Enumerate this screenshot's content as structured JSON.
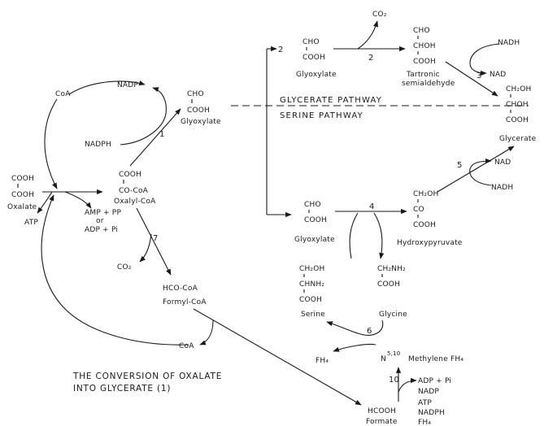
{
  "caption": {
    "line1": "THE CONVERSION OF OXALATE",
    "line2": "INTO GLYCERATE (1)"
  },
  "pathways": {
    "upper": "GLYCERATE PATHWAY",
    "lower": "SERINE PATHWAY"
  },
  "compounds": {
    "oxalate": {
      "line1": "COOH",
      "line2": "COOH",
      "name": "Oxalate"
    },
    "glyoxylate_top": {
      "line1": "CHO",
      "line2": "COOH",
      "name": "Glyoxylate"
    },
    "oxalyl_coa": {
      "line1": "COOH",
      "line2": "CO-CoA",
      "name": "Oxalyl-CoA"
    },
    "formyl_coa": {
      "formula": "HCO-CoA",
      "name": "Formyl-CoA"
    },
    "glyoxylate_upper": {
      "line1": "CHO",
      "line2": "COOH",
      "name": "Glyoxylate"
    },
    "tartronic": {
      "line1": "CHO",
      "line2": "CHOH",
      "line3": "COOH",
      "name1": "Tartronic",
      "name2": "semialdehyde"
    },
    "glycerate": {
      "line1": "CH₂OH",
      "line2": "CHOH",
      "line3": "COOH",
      "name": "Glycerate"
    },
    "glyoxylate_lower": {
      "line1": "CHO",
      "line2": "COOH",
      "name": "Glyoxylate"
    },
    "hydroxypyruvate": {
      "line1": "CH₂OH",
      "line2": "CO",
      "line3": "COOH",
      "name": "Hydroxypyruvate"
    },
    "serine": {
      "line1": "CH₂OH",
      "line2": "CHNH₂",
      "line3": "COOH",
      "name": "Serine"
    },
    "glycine": {
      "line1": "CH₂NH₂",
      "line2": "COOH",
      "name": "Glycine"
    },
    "formate": {
      "formula": "HCOOH",
      "name": "Formate"
    },
    "methylene_fh4": {
      "n": "N",
      "sup": "5,10",
      "name": "Methylene FH₄"
    },
    "fh4": {
      "label": "FH₄"
    }
  },
  "cofactors": {
    "nadp_top": "NADP",
    "nadph_left": "NADPH",
    "coa_left": "CoA",
    "atp_left": "ATP",
    "amp_pp": "AMP + PP",
    "or": "or",
    "adp_pi": "ADP + Pi",
    "co2_left": "CO₂",
    "coa_bottom": "CoA",
    "co2_top": "CO₂",
    "nadh_upper": "NADH",
    "nad_upper": "NAD",
    "nad_right": "NAD",
    "nadh_right": "NADH",
    "formate_adp_pi": "ADP + Pi",
    "formate_nadp": "NADP",
    "formate_atp": "ATP",
    "formate_nadph": "NADPH",
    "formate_fh4": "FH₄"
  },
  "steps": {
    "s1": "1",
    "s2": "2",
    "s2_branch": "2",
    "s3": "3",
    "s4": "4",
    "s5": "5",
    "s6": "6",
    "s7": "7",
    "s10": "10"
  }
}
